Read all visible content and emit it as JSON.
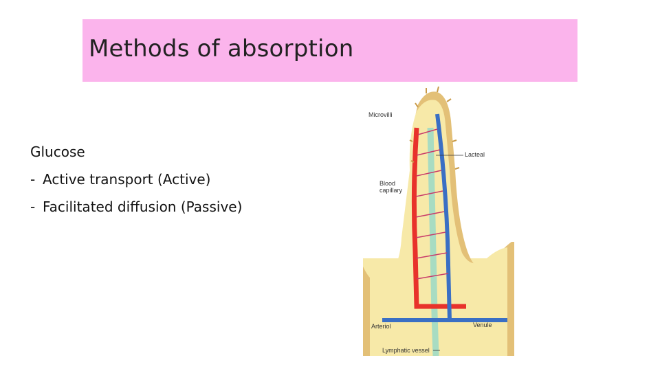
{
  "slide": {
    "title": "Methods of absorption",
    "content": {
      "heading": "Glucose",
      "bullets": [
        {
          "marker": "-",
          "text": "Active transport (Active)"
        },
        {
          "marker": "-",
          "text": "Facilitated diffusion (Passive)"
        }
      ]
    },
    "diagram": {
      "labels": {
        "microvilli": "Microvilli",
        "lacteal": "Lacteal",
        "blood_capillary_1": "Blood",
        "blood_capillary_2": "capillary",
        "arteriol": "Arteriol",
        "venule": "Venule",
        "lymphatic_vessel": "Lymphatic vessel"
      },
      "colors": {
        "tissue": "#f7e9a8",
        "epithelium": "#e3c077",
        "artery": "#e8322b",
        "vein": "#3a6fc4",
        "lymph": "#a8dcc2"
      }
    }
  }
}
